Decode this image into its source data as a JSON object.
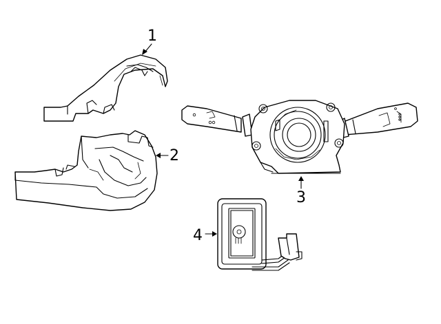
{
  "callouts": [
    {
      "id": "1"
    },
    {
      "id": "2"
    },
    {
      "id": "3"
    },
    {
      "id": "4"
    }
  ]
}
